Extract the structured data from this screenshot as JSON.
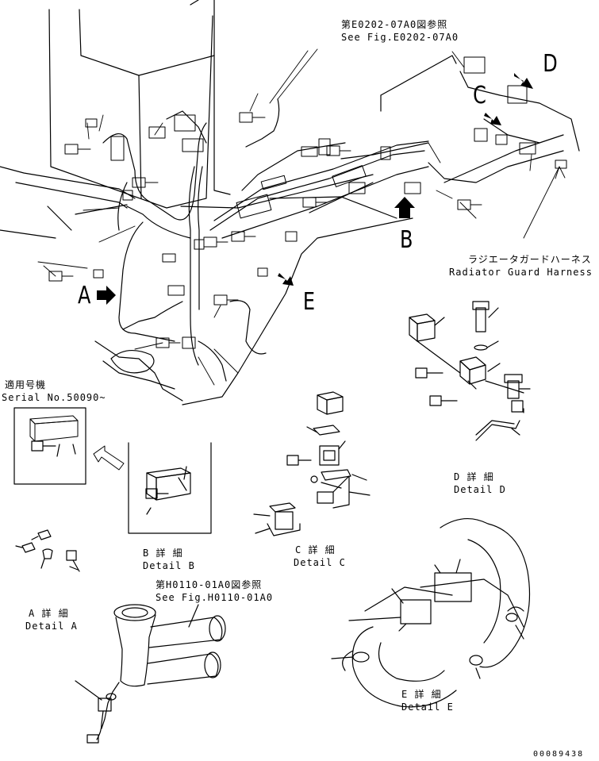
{
  "refs": {
    "e0202_jp": "第E0202-07A0図参照",
    "e0202_en": "See Fig.E0202-07A0",
    "h0110_jp": "第H0110-01A0図参照",
    "h0110_en": "See Fig.H0110-01A0"
  },
  "radiator": {
    "jp": "ラジエータガードハーネス",
    "en": "Radiator Guard Harness"
  },
  "serial": {
    "jp": "適用号機",
    "en": "Serial No.50090~"
  },
  "callouts": {
    "a": "A",
    "b": "B",
    "c": "C",
    "d": "D",
    "e": "E"
  },
  "details": {
    "a_jp": "A 詳 細",
    "a_en": "Detail A",
    "b_jp": "B 詳 細",
    "b_en": "Detail B",
    "c_jp": "C 詳 細",
    "c_en": "Detail C",
    "d_jp": "D 詳 細",
    "d_en": "Detail D",
    "e_jp": "E 詳 細",
    "e_en": "Detail E"
  },
  "figure_number": "00089438"
}
